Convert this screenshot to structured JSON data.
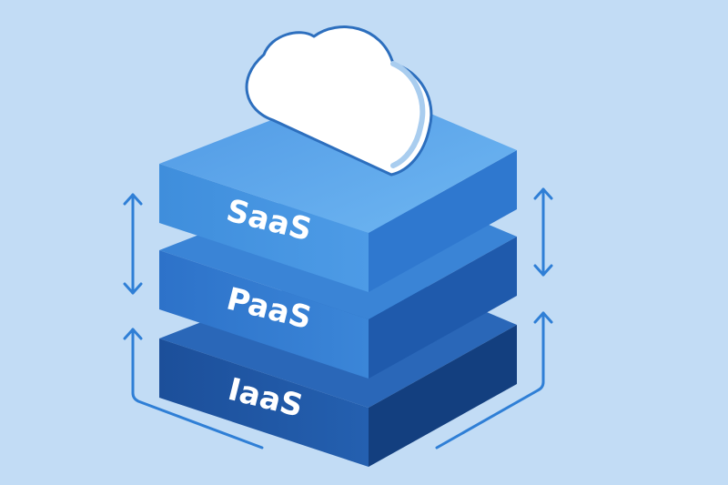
{
  "diagram": {
    "layers": [
      {
        "id": "saas",
        "label": "SaaS"
      },
      {
        "id": "paas",
        "label": "PaaS"
      },
      {
        "id": "iaas",
        "label": "IaaS"
      }
    ],
    "icons": [
      "cloud-icon",
      "arrow-up-down-icon",
      "arrow-up-icon"
    ],
    "colors": {
      "background": "#c2dcf5",
      "saas_top": "#5da9ec",
      "saas_side": "#3b86d6",
      "paas_side": "#2a6fc6",
      "iaas_side": "#1b4f9c",
      "arrow": "#2f7fd6"
    }
  }
}
